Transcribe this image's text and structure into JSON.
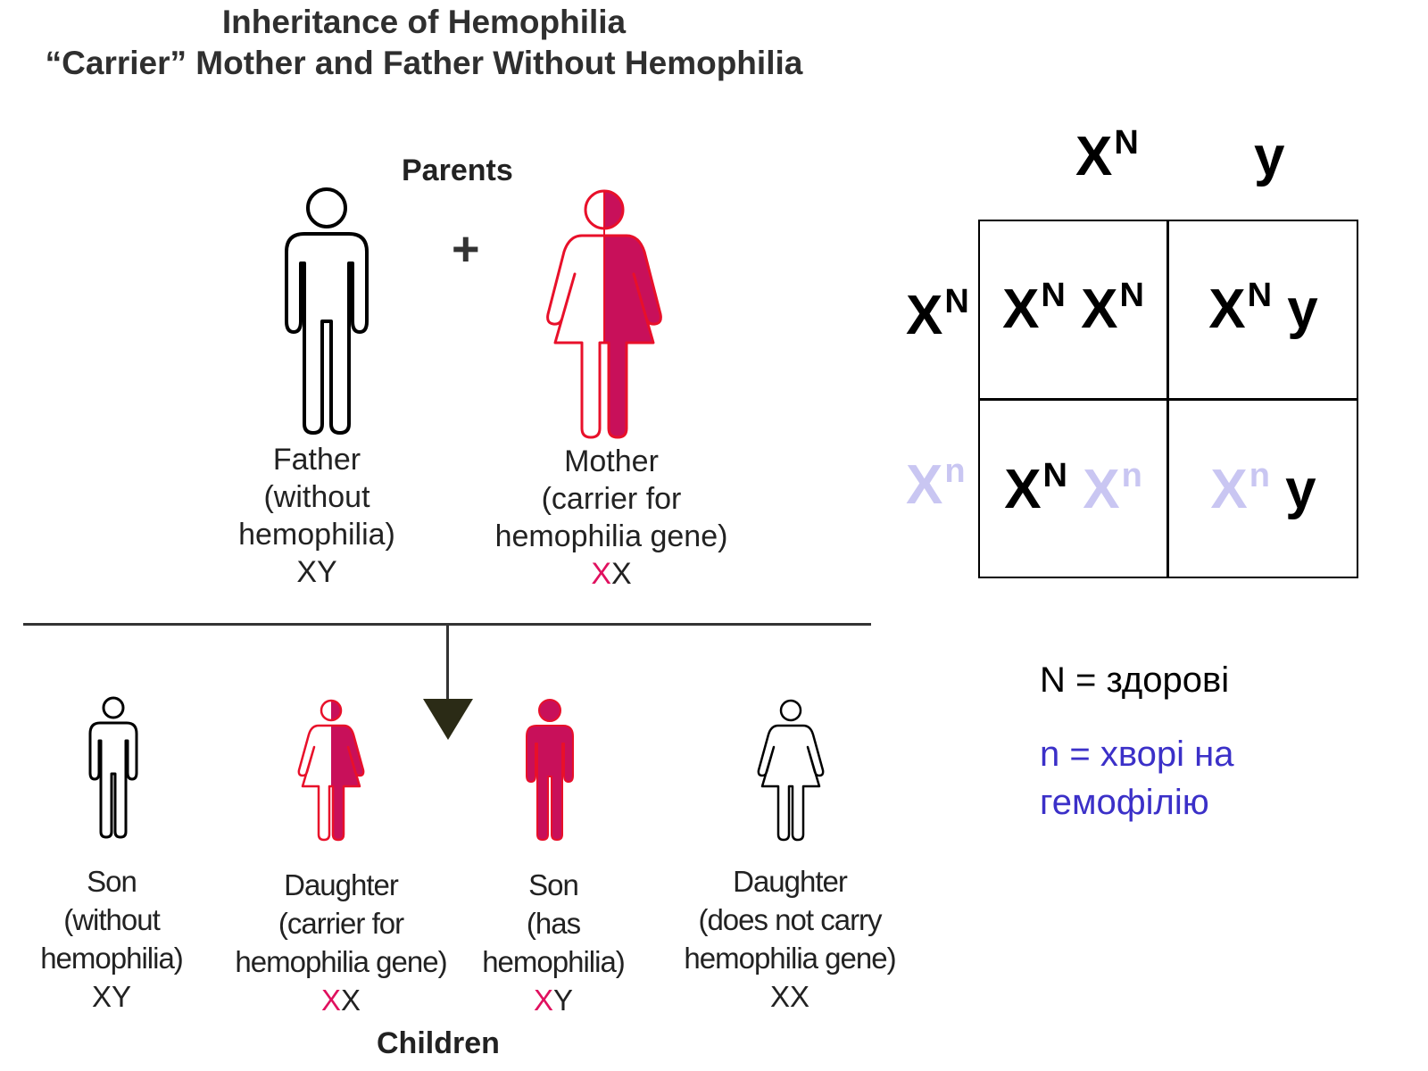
{
  "title": {
    "line1": "Inheritance of Hemophilia",
    "line2": "“Carrier” Mother and Father Without Hemophilia"
  },
  "parents": {
    "heading": "Parents",
    "plus": "+",
    "father": {
      "l1": "Father",
      "l2": "(without",
      "l3": "hemophilia)",
      "geno_a": "X",
      "geno_b": "Y"
    },
    "mother": {
      "l1": "Mother",
      "l2": "(carrier for",
      "l3": "hemophilia gene)",
      "geno_a": "X",
      "geno_b": "X"
    }
  },
  "children": {
    "heading": "Children",
    "items": [
      {
        "l1": "Son",
        "l2": "(without",
        "l3": "hemophilia)",
        "geno_a": "X",
        "geno_b": "Y"
      },
      {
        "l1": "Daughter",
        "l2": "(carrier for",
        "l3": "hemophilia gene)",
        "geno_a": "X",
        "geno_b": "X"
      },
      {
        "l1": "Son",
        "l2": "(has",
        "l3": "hemophilia)",
        "geno_a": "X",
        "geno_b": "Y"
      },
      {
        "l1": "Daughter",
        "l2": "(does not carry",
        "l3": "hemophilia gene)",
        "geno_a": "X",
        "geno_b": "X"
      }
    ]
  },
  "punnett": {
    "col_headers": [
      {
        "base": "X",
        "sup": "N"
      },
      {
        "base": "y",
        "sup": ""
      }
    ],
    "row_headers": [
      {
        "base": "X",
        "sup": "N"
      },
      {
        "base": "X",
        "sup": "n"
      }
    ],
    "cells": {
      "r1c1": {
        "a": "X",
        "a_sup": "N",
        "b": "X",
        "b_sup": "N"
      },
      "r1c2": {
        "a": "X",
        "a_sup": "N",
        "b": "y"
      },
      "r2c1": {
        "a": "X",
        "a_sup": "N",
        "b": "X",
        "b_sup": "n"
      },
      "r2c2": {
        "a": "X",
        "a_sup": "n",
        "b": "y"
      }
    }
  },
  "legend": {
    "healthy": "N = здорові",
    "sick_line1": "n = хворі на",
    "sick_line2": "гемофілію"
  },
  "colors": {
    "carrier_red": "#e0115f",
    "affected_magenta": "#c8105a",
    "recessive_light": "#c9c6f2",
    "legend_blue": "#3b30c8"
  }
}
